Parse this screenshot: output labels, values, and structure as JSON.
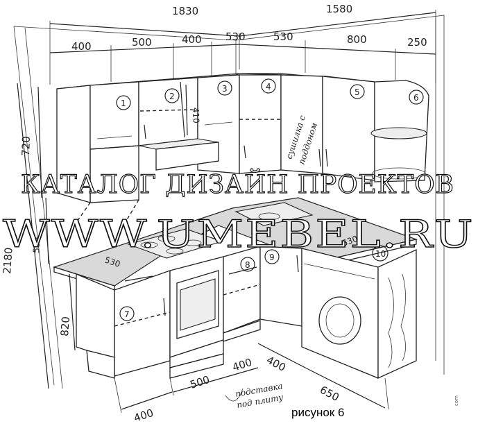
{
  "dimensions": {
    "total_left": "1830",
    "total_right": "1580",
    "upper_left_segments": [
      "400",
      "500",
      "400",
      "530"
    ],
    "upper_right_segments": [
      "530",
      "800",
      "250"
    ],
    "height_upper": "720",
    "height_total": "2180",
    "height_gap": "580",
    "height_base": "820",
    "hood_height": "410",
    "counter_depth_left": "530",
    "counter_depth_right": "530",
    "floor_left": [
      "400",
      "500",
      "400"
    ],
    "floor_right": [
      "400",
      "650"
    ]
  },
  "module_numbers": [
    "1",
    "2",
    "3",
    "4",
    "5",
    "6",
    "7",
    "8",
    "9",
    "10"
  ],
  "annotations": {
    "dryer_note_line1": "сушилка с",
    "dryer_note_line2": "поддоном",
    "stand_note_line1": "подставка",
    "stand_note_line2": "под плиту"
  },
  "watermark": {
    "line1": "КАТАЛОГ ДИЗАЙН ПРОЕКТОВ",
    "line2": "WWW.UMEBEL.RU"
  },
  "caption": "рисунок 6",
  "side_mark": "com"
}
